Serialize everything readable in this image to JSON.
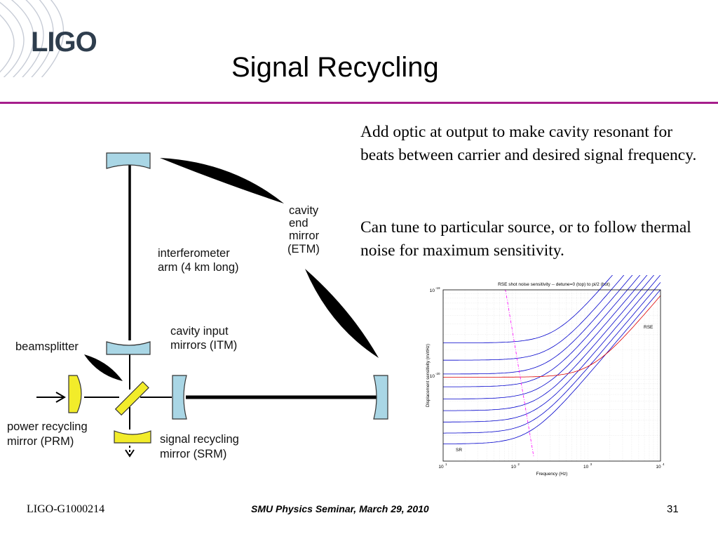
{
  "header": {
    "logo_text": "LIGO",
    "title": "Signal Recycling",
    "accent_color": "#a61e8c"
  },
  "text": {
    "para1": "Add optic at output to make cavity resonant for beats between carrier and desired signal frequency.",
    "para2": "Can tune to particular source, or to follow thermal noise for maximum sensitivity."
  },
  "diagram": {
    "labels": {
      "etm_line1": "cavity",
      "etm_line2": "end",
      "etm_line3": "mirror",
      "etm_line4": "(ETM)",
      "arm_line1": "interferometer",
      "arm_line2": "arm (4 km long)",
      "itm_line1": "cavity input",
      "itm_line2": "mirrors (ITM)",
      "beamsplitter": "beamsplitter",
      "prm_line1": "power recycling",
      "prm_line2": "mirror (PRM)",
      "srm_line1": "signal recycling",
      "srm_line2": "mirror (SRM)"
    },
    "colors": {
      "arm_mirror": "#a9d6e5",
      "recycling_mirror": "#f2ec2a"
    }
  },
  "chart_data": {
    "type": "line",
    "title": "RSE shot noise sensitivity -- detune=0 (top) to pi/2 (bot)",
    "xlabel": "Frequency (Hz)",
    "ylabel": "Displacement sensitivity (m/rtHz)",
    "x_scale": "log",
    "y_scale": "log",
    "xlim": [
      10,
      10000
    ],
    "ylim": [
      1e-21,
      1e-19
    ],
    "x_ticks": [
      "10",
      "10",
      "10",
      "10"
    ],
    "x_tick_exponents": [
      "1",
      "2",
      "3",
      "4"
    ],
    "y_ticks": [
      "10",
      "10"
    ],
    "y_tick_exponents": [
      "-19",
      "-20"
    ],
    "annotations": [
      "RSE",
      "SR"
    ],
    "series_color_sr": "#0000cc",
    "series_color_rse": "#dd0000",
    "series_color_sql": "#ff00ff",
    "grid": true
  },
  "footer": {
    "doc_id": "LIGO-G1000214",
    "event": "SMU Physics Seminar, March 29, 2010",
    "page": "31"
  }
}
